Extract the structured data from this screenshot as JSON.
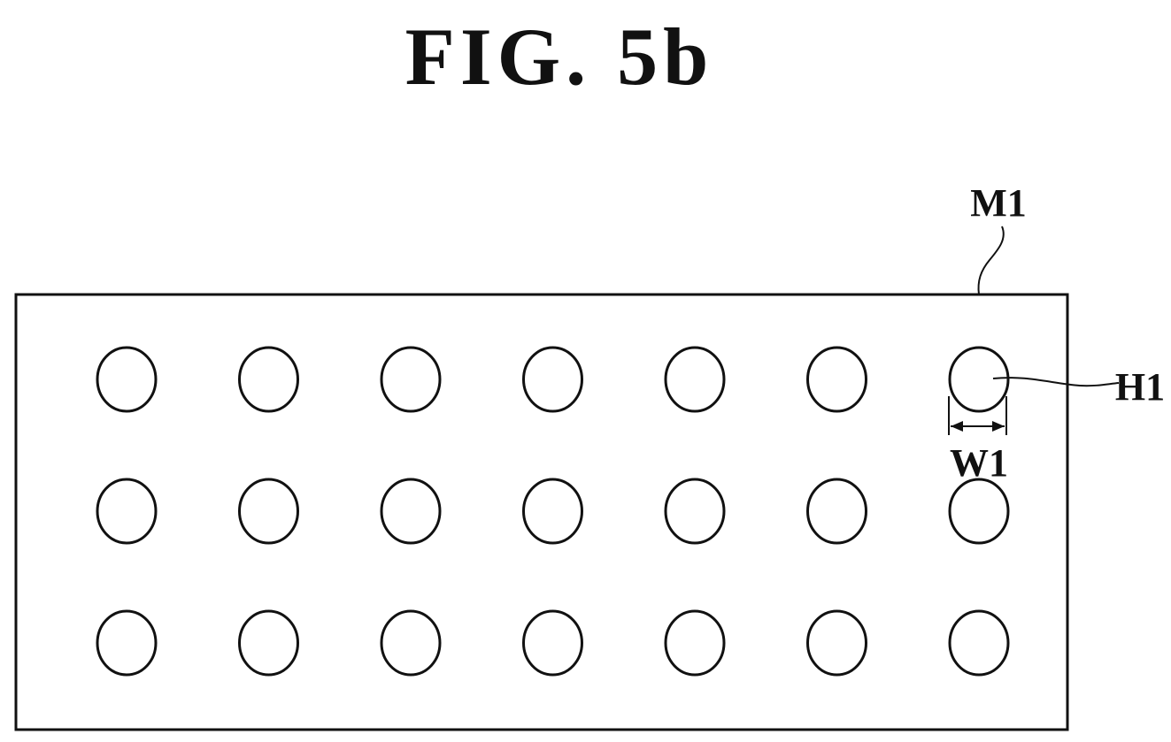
{
  "figure": {
    "title": "FIG. 5b"
  },
  "labels": {
    "mask": "M1",
    "hole": "H1",
    "width": "W1"
  },
  "hole_grid": {
    "rows": 3,
    "columns": 7
  }
}
